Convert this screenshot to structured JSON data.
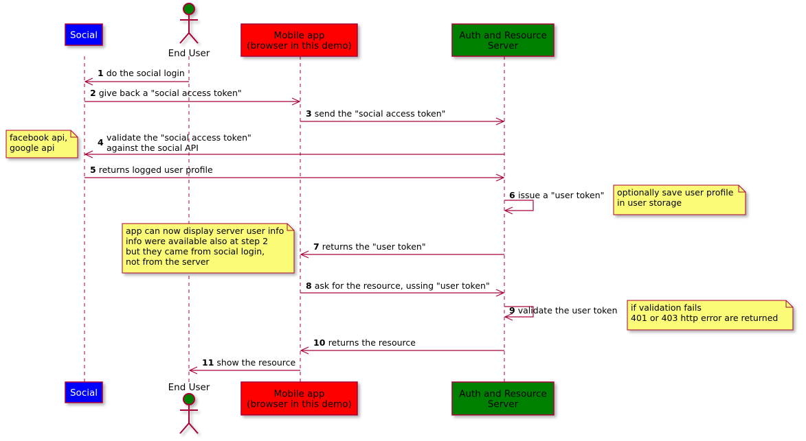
{
  "participants": [
    {
      "id": "social",
      "lines": [
        "Social"
      ],
      "fill": "#0000ff",
      "text_color": "#ffffff",
      "kind": "box"
    },
    {
      "id": "enduser",
      "lines": [
        "End User"
      ],
      "fill": "#008000",
      "text_color": "#000000",
      "kind": "actor"
    },
    {
      "id": "mobile",
      "lines": [
        "Mobile app",
        "(browser in this demo)"
      ],
      "fill": "#ff0000",
      "text_color": "#000000",
      "kind": "box"
    },
    {
      "id": "server",
      "lines": [
        "Auth and Resource",
        "Server"
      ],
      "fill": "#008000",
      "text_color": "#000000",
      "kind": "box"
    }
  ],
  "messages": [
    {
      "num": "1",
      "from": "enduser",
      "to": "social",
      "lines": [
        "do the social login"
      ]
    },
    {
      "num": "2",
      "from": "social",
      "to": "mobile",
      "lines": [
        "give back a \"social access token\""
      ]
    },
    {
      "num": "3",
      "from": "mobile",
      "to": "server",
      "lines": [
        "send the \"social access token\""
      ]
    },
    {
      "num": "4",
      "from": "server",
      "to": "social",
      "lines": [
        "validate the \"social access token\"",
        "against the social API"
      ]
    },
    {
      "num": "5",
      "from": "social",
      "to": "server",
      "lines": [
        "returns logged user profile"
      ]
    },
    {
      "num": "6",
      "from": "server",
      "to": "server",
      "lines": [
        "issue a \"user token\""
      ]
    },
    {
      "num": "7",
      "from": "server",
      "to": "mobile",
      "lines": [
        "returns the \"user token\""
      ]
    },
    {
      "num": "8",
      "from": "mobile",
      "to": "server",
      "lines": [
        "ask for the resource, ussing \"user token\""
      ]
    },
    {
      "num": "9",
      "from": "server",
      "to": "server",
      "lines": [
        "validate the user token"
      ]
    },
    {
      "num": "10",
      "from": "server",
      "to": "mobile",
      "lines": [
        "returns the resource"
      ]
    },
    {
      "num": "11",
      "from": "mobile",
      "to": "enduser",
      "lines": [
        "show the resource"
      ]
    }
  ],
  "notes": [
    {
      "id": "note-apis",
      "lines": [
        "facebook api,",
        "google api"
      ]
    },
    {
      "id": "note-save-profile",
      "lines": [
        "optionally save user profile",
        "in user storage"
      ]
    },
    {
      "id": "note-display-info",
      "lines": [
        "app can now display server user info",
        "info were available also at step 2",
        "but they came from social login,",
        "not from the server"
      ]
    },
    {
      "id": "note-validation",
      "lines": [
        "if validation fails",
        "401 or 403 http error are returned"
      ]
    }
  ],
  "colors": {
    "arrow": "#a80036",
    "note_fill": "#fbfb77",
    "note_border": "#a80036",
    "box_border": "#a80036"
  }
}
